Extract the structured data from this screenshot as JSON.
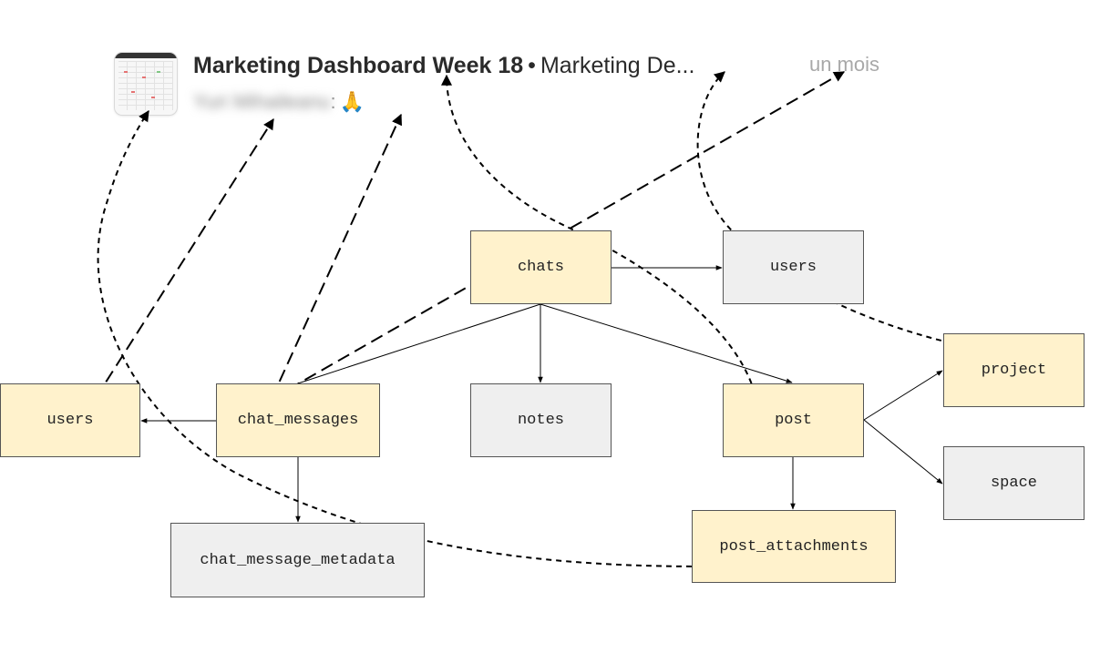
{
  "preview": {
    "thumbnail_icon": "calendar-thumbnail",
    "title_bold": "Marketing Dashboard Week 18",
    "separator": "•",
    "title_rest": "Marketing De...",
    "timestamp": "un mois",
    "sender_name": "Yuri Mihaileanu",
    "sender_suffix": ":",
    "emoji": "🙏"
  },
  "nodes": {
    "chats": "chats",
    "users_top": "users",
    "users_left": "users",
    "chat_messages": "chat_messages",
    "notes": "notes",
    "post": "post",
    "project": "project",
    "space": "space",
    "post_attachments": "post_attachments",
    "chat_message_metadata": "chat_message_metadata"
  },
  "colors": {
    "primary_table": "#fff2cc",
    "secondary_table": "#efefef",
    "border": "#555555",
    "edge": "#000000"
  }
}
